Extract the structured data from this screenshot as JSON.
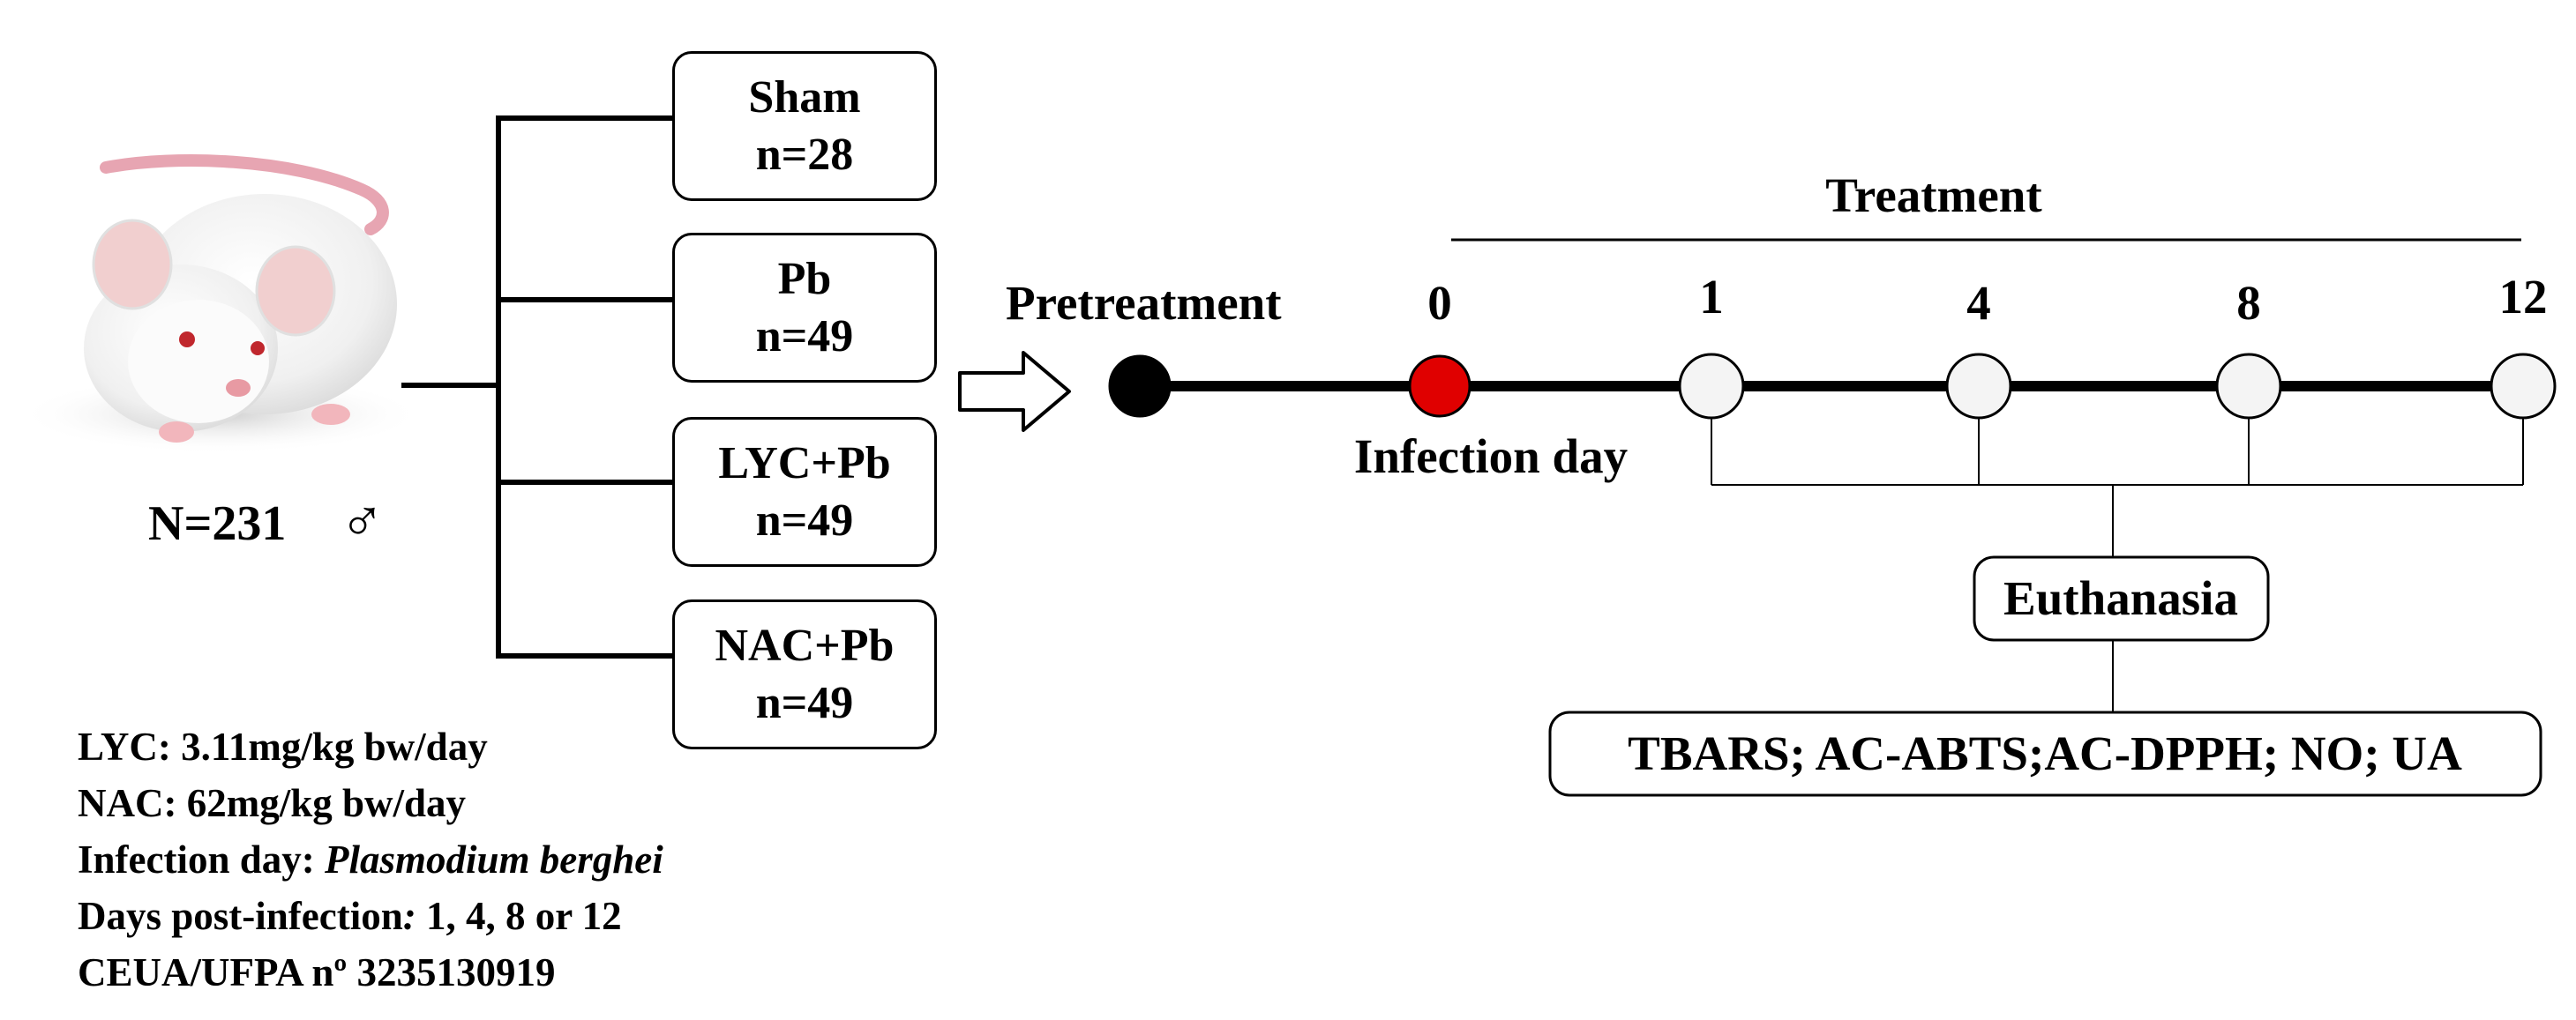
{
  "subject": {
    "count_label": "N=231",
    "sex_symbol": "♂"
  },
  "groups": [
    {
      "name": "Sham",
      "n": "n=28"
    },
    {
      "name": "Pb",
      "n": "n=49"
    },
    {
      "name": "LYC+Pb",
      "n": "n=49"
    },
    {
      "name": "NAC+Pb",
      "n": "n=49"
    }
  ],
  "notes": {
    "lyc": "LYC: 3.11mg/kg bw/day",
    "nac": "NAC: 62mg/kg bw/day",
    "infection_prefix": "Infection day: ",
    "infection_species": "Plasmodium berghei",
    "days_prefix": "Days post-infection",
    "days_colon": ":",
    "days_values": " 1,  4, 8 or 12",
    "ethics": "CEUA/UFPA nº 3235130919"
  },
  "timeline": {
    "pretreatment_label": "Pretreatment",
    "treatment_label": "Treatment",
    "infection_label": "Infection day",
    "day_labels": [
      "0",
      "1",
      "4",
      "8",
      "12"
    ],
    "colors": {
      "pretreatment_dot": "#000000",
      "infection_dot": "#e00000",
      "day_dot": "#f4f4f4"
    }
  },
  "euthanasia_label": "Euthanasia",
  "assays_label": "TBARS; AC-ABTS;AC-DPPH; NO; UA"
}
